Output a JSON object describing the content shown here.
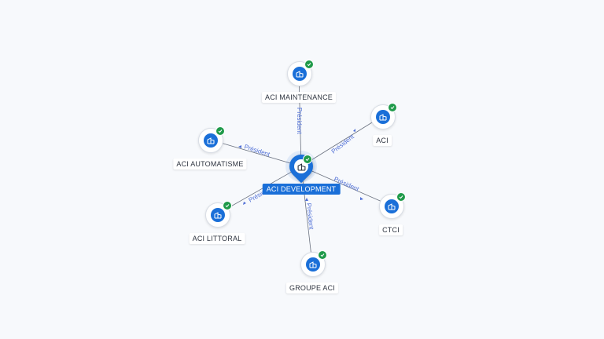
{
  "center": {
    "label": "ACI DEVELOPMENT",
    "icon": "building-icon",
    "verified_icon": "check-icon"
  },
  "nodes": [
    {
      "id": "maintenance",
      "label": "ACI MAINTENANCE",
      "edge_label": "Président"
    },
    {
      "id": "aci",
      "label": "ACI",
      "edge_label": "Président"
    },
    {
      "id": "automatisme",
      "label": "ACI AUTOMATISME",
      "edge_label": "Président"
    },
    {
      "id": "ctci",
      "label": "CTCI",
      "edge_label": "Président"
    },
    {
      "id": "littoral",
      "label": "ACI LITTORAL",
      "edge_label": "Président"
    },
    {
      "id": "groupe",
      "label": "GROUPE ACI",
      "edge_label": "Président"
    }
  ],
  "colors": {
    "accent": "#1a6fd8",
    "verified": "#1f9a4a",
    "edge": "#6b7280",
    "edge_label": "#4f6fd6",
    "background": "#f7f9fc"
  }
}
